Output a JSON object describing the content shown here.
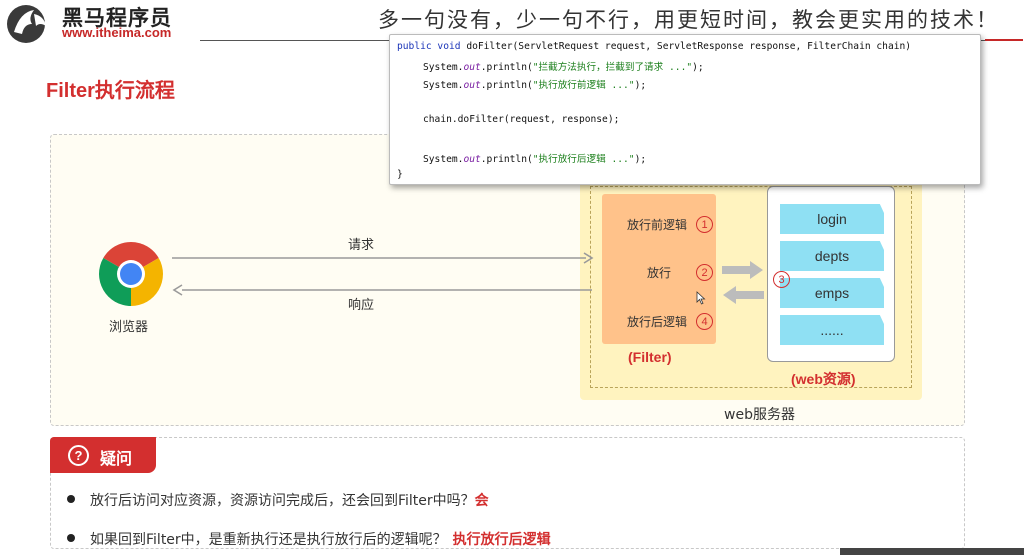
{
  "header": {
    "brand_name": "黑马程序员",
    "brand_url": "www.itheima.com",
    "slogan": "多一句没有，少一句不行，用更短时间，教会更实用的技术！"
  },
  "section_title": "Filter执行流程",
  "code": {
    "line1_kw": "public void ",
    "line1_rest": "doFilter(ServletRequest request, ServletResponse response, FilterChain chain)",
    "sys": "System.",
    "out": "out",
    "println": ".println(",
    "str1": "\"拦截方法执行，拦截到了请求 ...\"",
    "str2": "\"执行放行前逻辑 ...\"",
    "chain_call": "chain.doFilter(request, response);",
    "str3": "\"执行放行后逻辑 ...\"",
    "end_paren": ");",
    "close_brace": "}"
  },
  "diagram": {
    "browser_label": "浏览器",
    "request_label": "请求",
    "response_label": "响应",
    "filter_steps": [
      {
        "label": "放行前逻辑",
        "num": "1"
      },
      {
        "label": "放行",
        "num": "2"
      },
      {
        "label": "放行后逻辑",
        "num": "4"
      }
    ],
    "resource_num": "3",
    "filter_label": "(Filter)",
    "resources_label": "(web资源)",
    "server_label": "web服务器",
    "resources": [
      "login",
      "depts",
      "emps",
      "......"
    ]
  },
  "question": {
    "title": "疑问",
    "icon": "?",
    "items": [
      {
        "text": "放行后访问对应资源，资源访问完成后，还会回到Filter中吗？",
        "answer": "会"
      },
      {
        "text": "如果回到Filter中，是重新执行还是执行放行后的逻辑呢？",
        "answer": "执行放行后逻辑"
      }
    ]
  },
  "colors": {
    "accent_red": "#d32f2f",
    "filter_orange": "#ffc28a",
    "resource_cyan": "#8fe0f3",
    "server_yellow": "#fff3bf"
  }
}
